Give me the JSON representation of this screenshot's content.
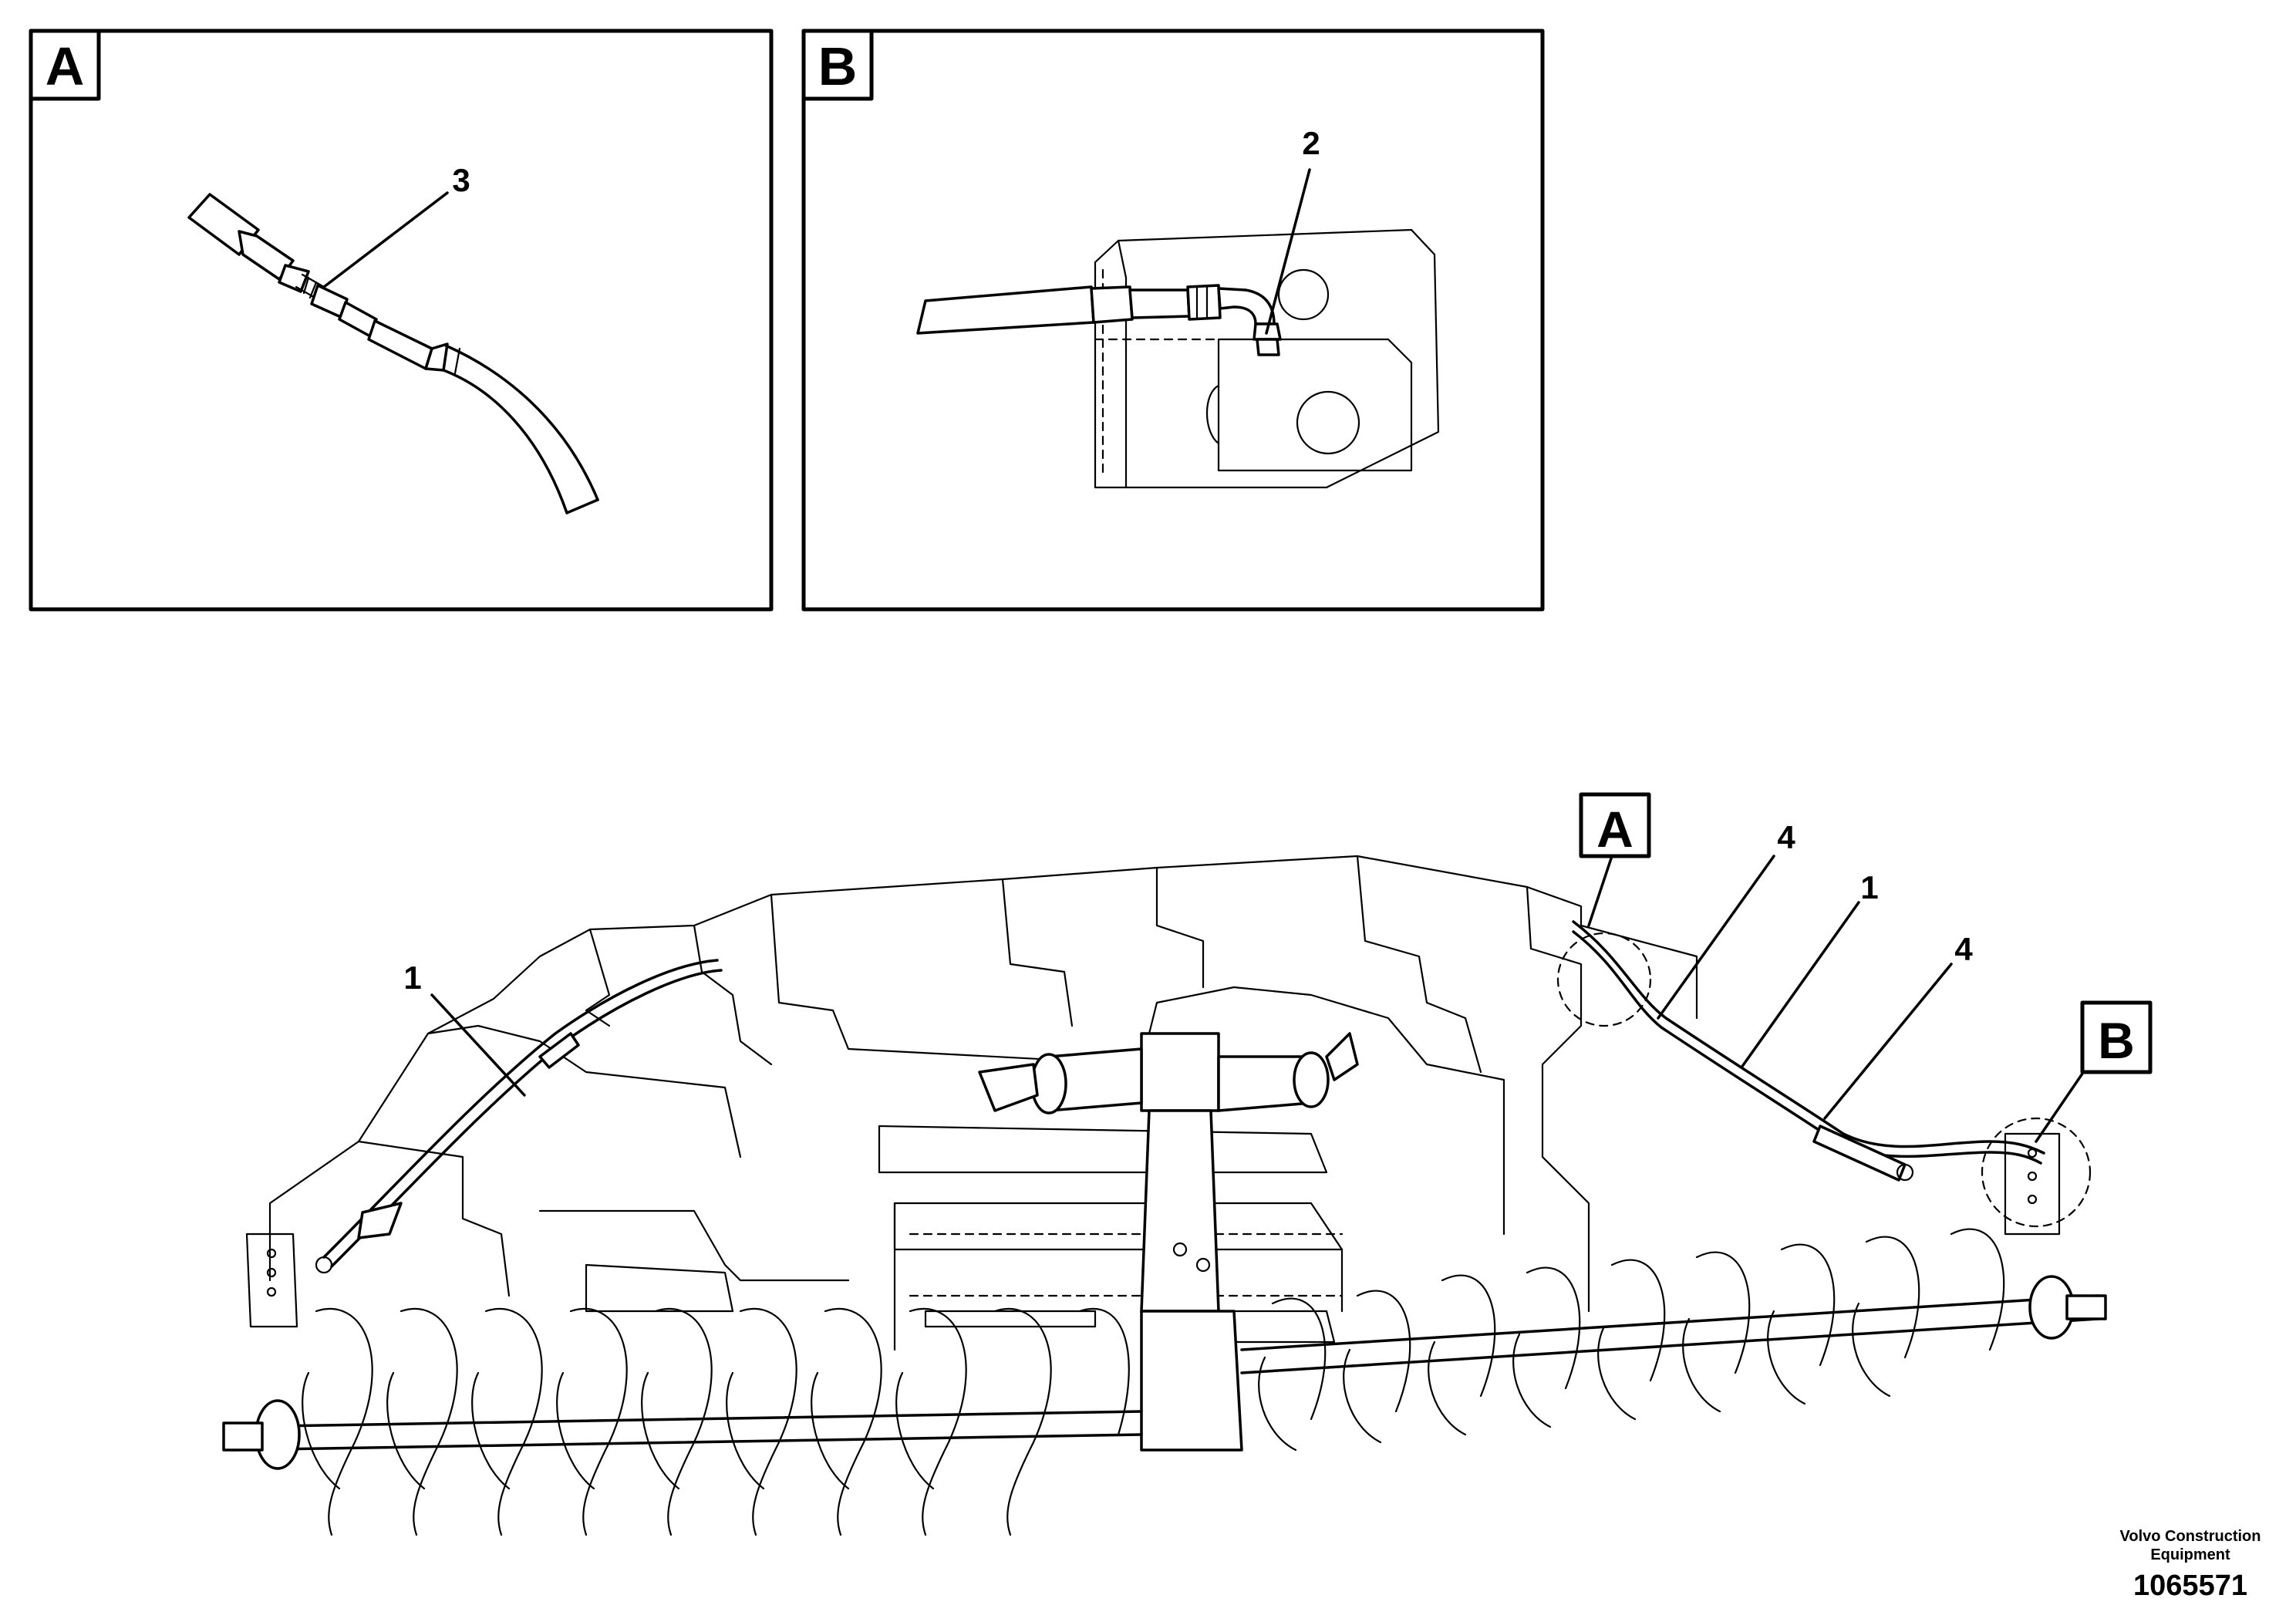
{
  "detail_a": {
    "label": "A",
    "callout": "3"
  },
  "detail_b": {
    "label": "B",
    "callout": "2"
  },
  "main_view": {
    "callout_left": "1",
    "callout_right_a": "4",
    "callout_right_mid": "1",
    "callout_right_b": "4",
    "ref_a": "A",
    "ref_b": "B"
  },
  "footer": {
    "company_line1": "Volvo Construction",
    "company_line2": "Equipment",
    "figure_number": "1065571"
  }
}
